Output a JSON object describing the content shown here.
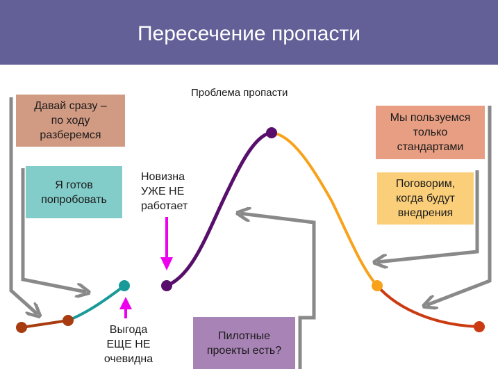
{
  "header": {
    "title": "Пересечение пропасти"
  },
  "diagram": {
    "chasm_label": "Проблема пропасти",
    "box_1": "Давай сразу –\nпо ходу\nразберемся",
    "box_2": "Я готов\nпопробовать",
    "box_3": "Мы пользуемся\nтолько\nстандартами",
    "box_4": "Поговорим,\nкогда будут\nвнедрения",
    "box_pilot": "Пилотные\nпроекты есть?",
    "novelty_label": "Новизна\nУЖЕ НЕ\nработает",
    "benefit_label": "Выгода\nЕЩЕ НЕ\nочевидна"
  },
  "colors": {
    "header_bg": "#635f97",
    "box_1": "#d19a83",
    "box_2": "#82cdca",
    "box_3": "#e79e83",
    "box_4": "#fbcf7a",
    "box_pilot": "#a883b6",
    "curve_rust": "#a83b10",
    "curve_teal": "#199a99",
    "curve_purple": "#580f6b",
    "curve_orange": "#f7a21a",
    "curve_red": "#cb3b12",
    "arrow_gray": "#898989",
    "arrow_magenta": "#ee00ee"
  }
}
